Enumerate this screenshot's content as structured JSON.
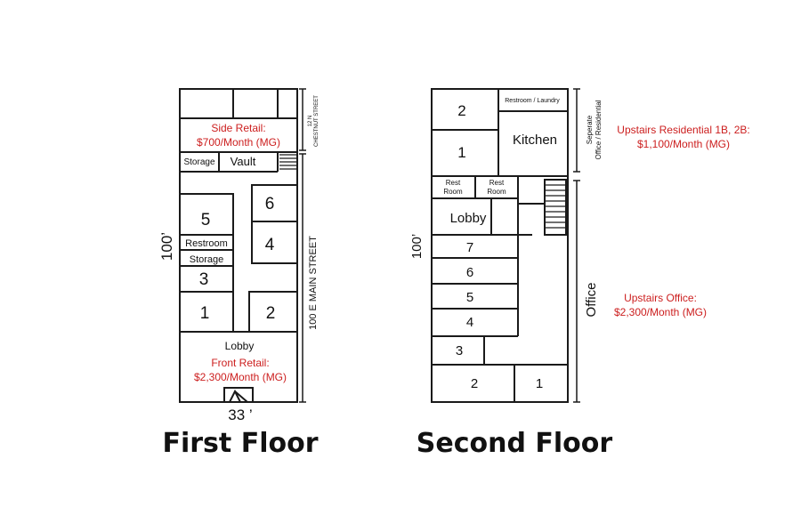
{
  "first_floor": {
    "title": "First Floor",
    "width_dim": "33 ’",
    "length_dim": "100’",
    "street_main": "100 E MAIN STREET",
    "street_side_1": "12 N",
    "street_side_2": "CHESTNUT STREET",
    "side_retail_title": "Side Retail:",
    "side_retail_price": "$700/Month (MG)",
    "front_retail_title": "Front Retail:",
    "front_retail_price": "$2,300/Month (MG)",
    "rooms": {
      "storage_top": "Storage",
      "vault": "Vault",
      "r5": "5",
      "r6": "6",
      "r4": "4",
      "restroom": "Restroom",
      "storage_mid": "Storage",
      "r3": "3",
      "r1": "1",
      "r2": "2",
      "lobby": "Lobby"
    }
  },
  "second_floor": {
    "title": "Second Floor",
    "length_dim": "100’",
    "side_label_1": "Seperate",
    "side_label_2": "Office / Residential",
    "office_label": "Office",
    "residential_title": "Upstairs Residential 1B, 2B:",
    "residential_price": "$1,100/Month (MG)",
    "office_title": "Upstairs Office:",
    "office_price": "$2,300/Month (MG)",
    "rooms": {
      "r2_top": "2",
      "r1_top": "1",
      "restroom_laundry": "Restroom / Laundry",
      "kitchen": "Kitchen",
      "rest_room_a_1": "Rest",
      "rest_room_a_2": "Room",
      "rest_room_b_1": "Rest",
      "rest_room_b_2": "Room",
      "lobby": "Lobby",
      "r7": "7",
      "r6": "6",
      "r5": "5",
      "r4": "4",
      "r3": "3",
      "r2_bottom": "2",
      "r1_bottom": "1"
    }
  },
  "colors": {
    "wall": "#1a1a1a",
    "price_text": "#cc1e1e",
    "label_text": "#111111"
  }
}
